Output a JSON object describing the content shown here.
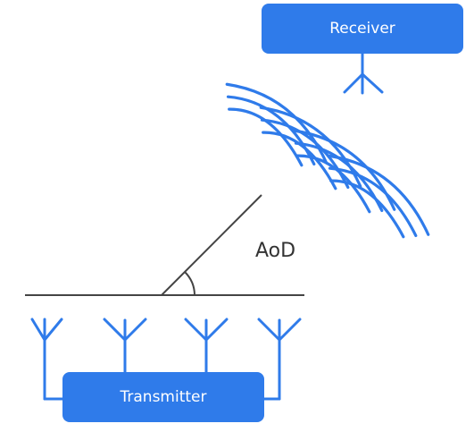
{
  "receiver": {
    "label": "Receiver"
  },
  "transmitter": {
    "label": "Transmitter"
  },
  "angle": {
    "label": "AoD"
  },
  "colors": {
    "accent": "#2f7bea",
    "line": "#444444",
    "text": "#333333",
    "box_text": "#ffffff"
  },
  "icons": [
    "antenna-icon",
    "signal-wave-icon",
    "angle-arc-icon"
  ]
}
